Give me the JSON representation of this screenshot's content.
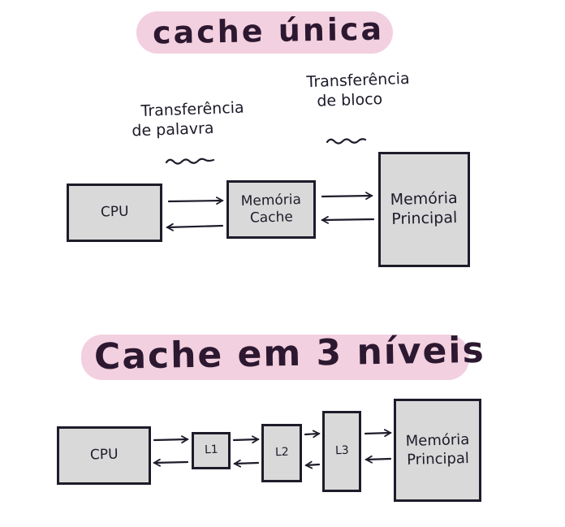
{
  "single_cache": {
    "heading": "cache única",
    "note_word": [
      "Transferência",
      "de palavra"
    ],
    "note_block": [
      "Transferência",
      "de bloco"
    ],
    "cpu": "CPU",
    "cache": "Memória\nCache",
    "main_memory": "Memória\nPrincipal"
  },
  "three_levels": {
    "heading": "Cache em 3 níveis",
    "cpu": "CPU",
    "l1": "L1",
    "l2": "L2",
    "l3": "L3",
    "main_memory": "Memória\nPrincipal"
  },
  "colors": {
    "heading_highlight": "#f3d0df",
    "box_fill": "#d9d9d9",
    "ink": "#1e1b2a"
  }
}
